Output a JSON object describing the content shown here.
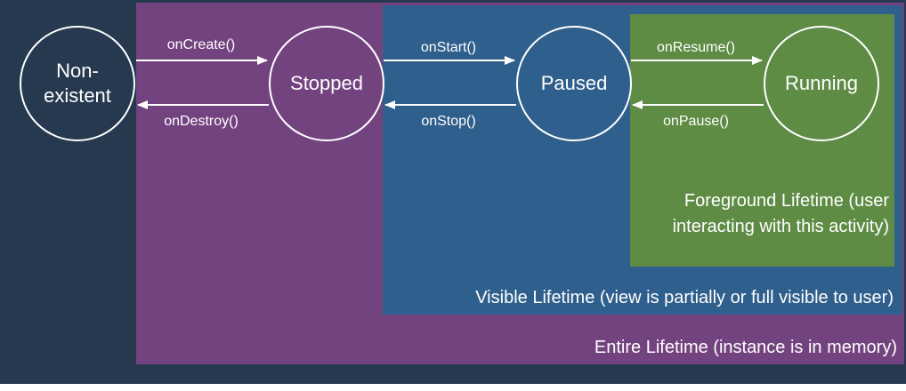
{
  "regions": {
    "entire": "Entire Lifetime (instance is in memory)",
    "visible": "Visible Lifetime (view is partially or full visible to user)",
    "foreground": "Foreground Lifetime (user interacting with this activity)"
  },
  "states": {
    "nonexistent": "Non-existent",
    "stopped": "Stopped",
    "paused": "Paused",
    "running": "Running"
  },
  "transitions": {
    "on_create": "onCreate()",
    "on_destroy": "onDestroy()",
    "on_start": "onStart()",
    "on_stop": "onStop()",
    "on_resume": "onResume()",
    "on_pause": "onPause()"
  },
  "colors": {
    "outer": "#26394f",
    "entire": "#73437f",
    "visible": "#2f5f8c",
    "foreground": "#5f8c45",
    "stroke": "#ffffff"
  }
}
